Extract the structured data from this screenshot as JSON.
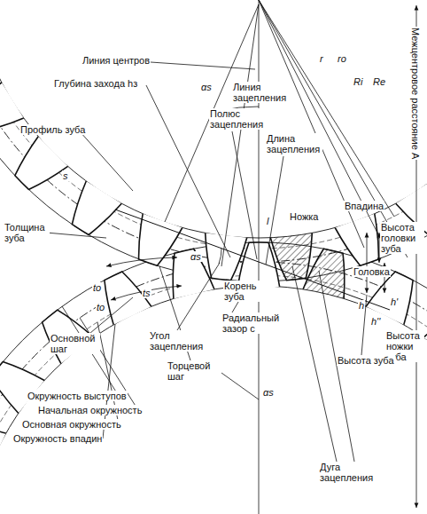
{
  "diagram": {
    "labels": [
      "Линия центров",
      "Глубина захода hз",
      "αs",
      "Линия зацепления",
      "Профиль зуба",
      "Полюс зацепления",
      "Длина зацепления",
      "r",
      "ro",
      "Ri",
      "Re",
      "Межцентровое расстояние A",
      "s",
      "Толщина зуба",
      "Ножка",
      "Впадина",
      "Головка",
      "Высота головки зуба",
      "αs",
      "l",
      "to",
      "ts",
      "to",
      "Основной шаг",
      "Угол зацепления",
      "Корень зуба",
      "Радиальный зазор c",
      "Торцевой шаг",
      "h",
      "h'",
      "h''",
      "Высота ножки зуба",
      "Высота зуба",
      "Окружность выступов",
      "Начальная окружность",
      "Основная окружность",
      "Окружность впадин",
      "αs",
      "Дуга зацепления"
    ]
  }
}
